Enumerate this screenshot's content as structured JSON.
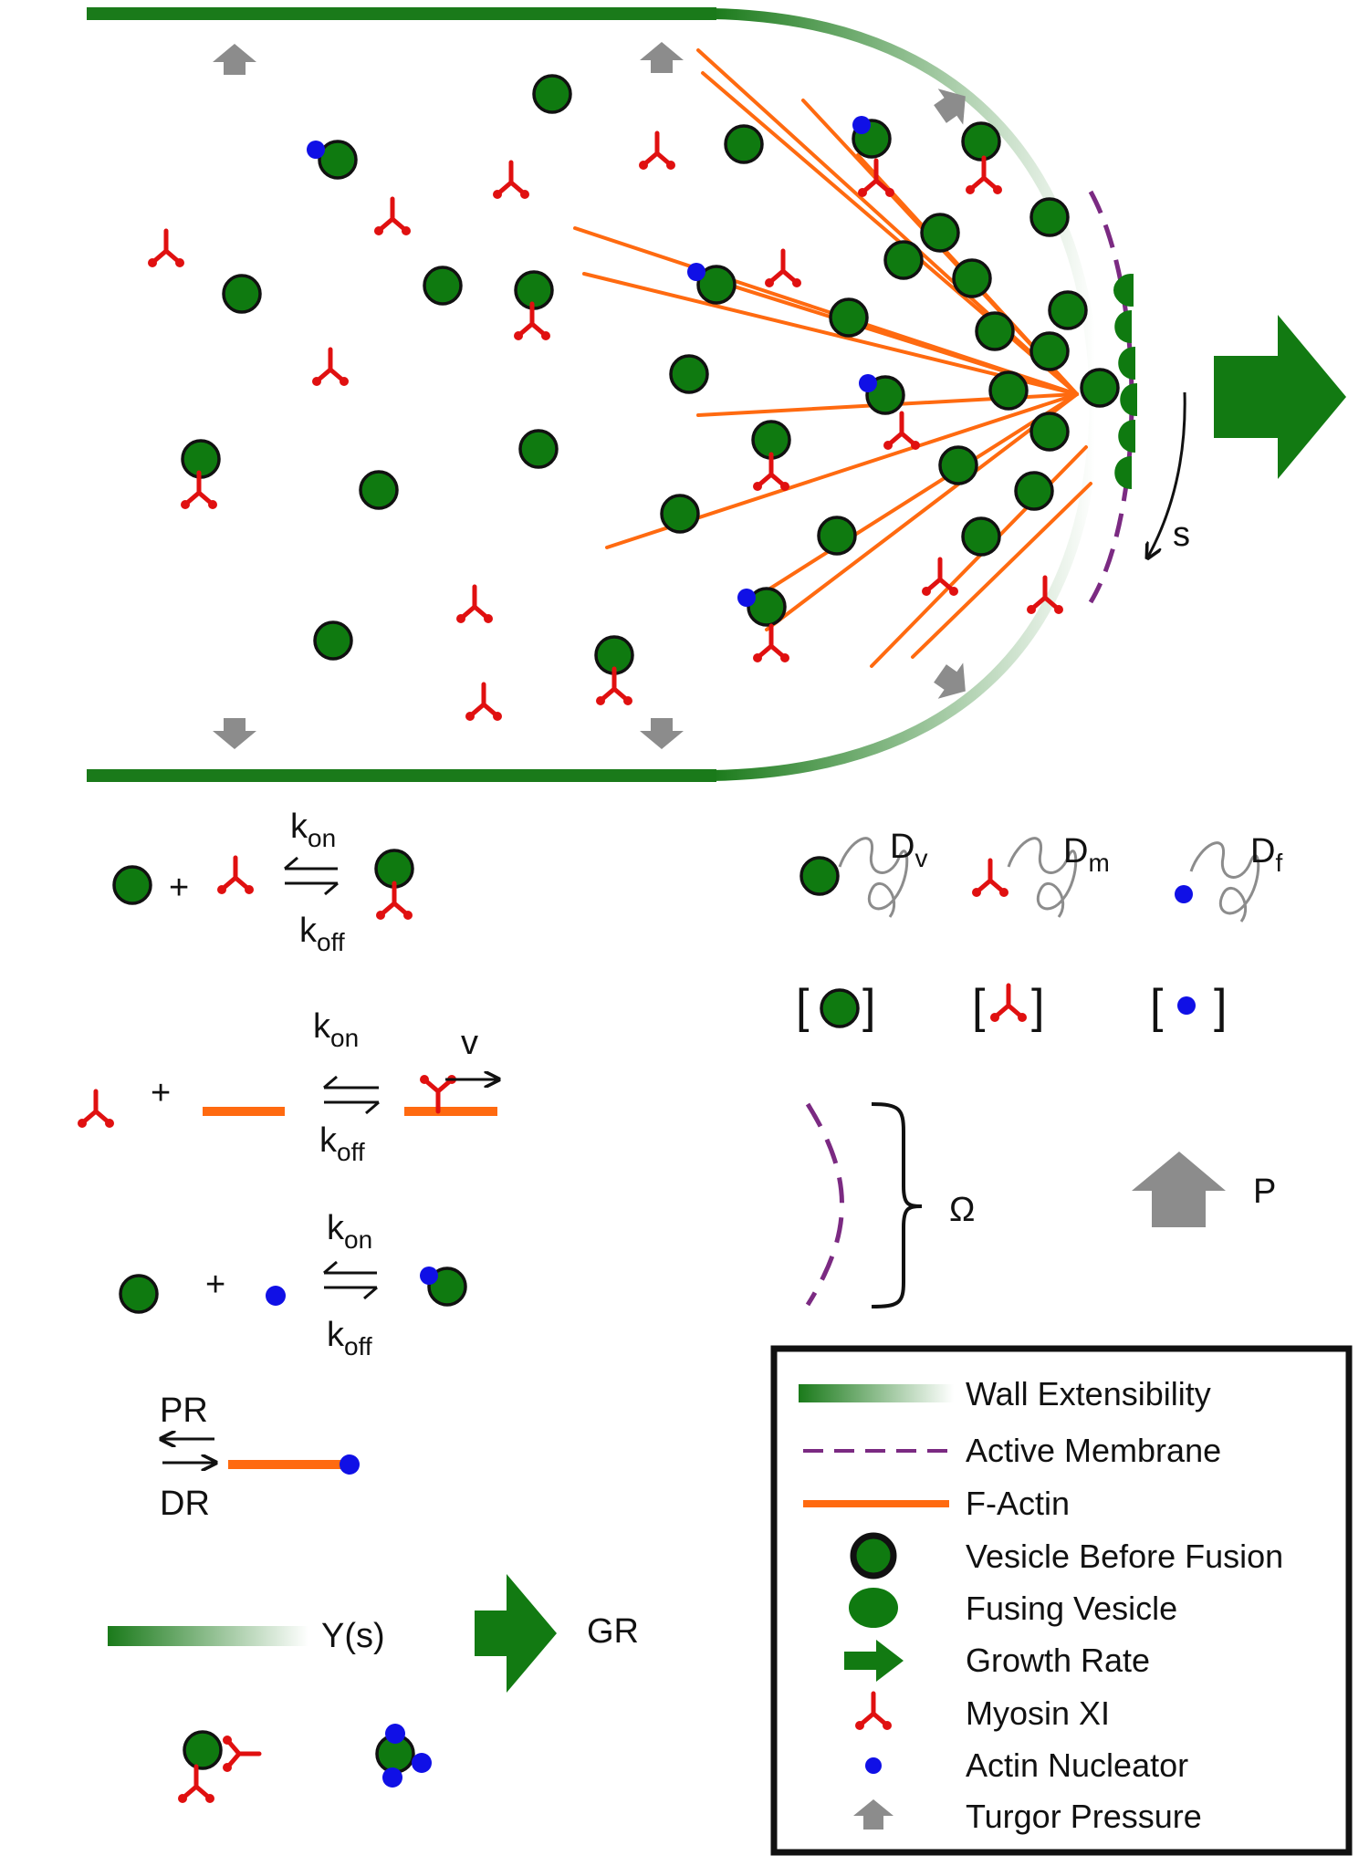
{
  "symbols": {
    "k_on_main": "k",
    "k_on_sub": "on",
    "k_off_main": "k",
    "k_off_sub": "off",
    "v": "v",
    "s": "s",
    "pr": "PR",
    "dr": "DR",
    "ys": "Y(s)",
    "gr": "GR",
    "omega": "Ω",
    "p": "P",
    "d_main": "D",
    "dv_sub": "v",
    "dm_sub": "m",
    "df_sub": "f",
    "plus": "+",
    "bracket_l": "[",
    "bracket_r": "]"
  },
  "legend": {
    "items": [
      {
        "label": "Wall Extensibility",
        "icon": "wall-gradient"
      },
      {
        "label": "Active Membrane",
        "icon": "dashed-purple-line"
      },
      {
        "label": "F-Actin",
        "icon": "orange-line"
      },
      {
        "label": "Vesicle Before Fusion",
        "icon": "green-circle-outlined"
      },
      {
        "label": "Fusing Vesicle",
        "icon": "green-ellipse"
      },
      {
        "label": "Growth Rate",
        "icon": "green-arrow"
      },
      {
        "label": "Myosin XI",
        "icon": "red-myosin"
      },
      {
        "label": "Actin Nucleator",
        "icon": "blue-dot"
      },
      {
        "label": "Turgor Pressure",
        "icon": "gray-arrow"
      }
    ]
  },
  "colors": {
    "vesicle": "#0f7a10",
    "myosin": "#e01010",
    "actin": "#ff6a10",
    "nucleator": "#1010e6",
    "membrane": "#7b2a82",
    "wall": "#1a7a1a",
    "pressure": "#8c8c8c",
    "growth": "#127a12"
  }
}
